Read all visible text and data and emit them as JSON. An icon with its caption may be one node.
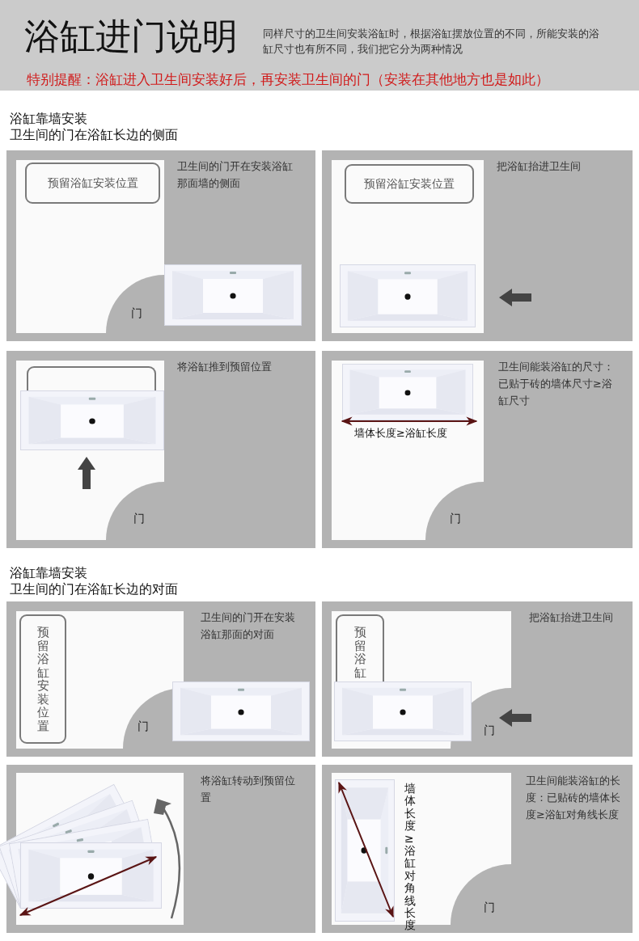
{
  "diagram": {
    "title": "浴缸进门说明",
    "nodes": [
      {
        "text": [
          "卫生间的门开在安装浴缸那面墙的侧面"
        ]
      },
      {
        "text": [
          "预留浴缸安装位置"
        ],
        "in": 0
      },
      {
        "text": [
          "把浴缸抬进卫生间"
        ]
      },
      {
        "text": [
          "预留浴缸安装位置"
        ],
        "in": 2
      },
      {
        "text": [
          "将浴缸推到预留位置"
        ]
      },
      {
        "text": [],
        "shape": "box",
        "in": 4
      },
      {
        "text": [
          "卫生间能装浴缸的尺寸：已贴于砖的墙体尺寸≥浴缸尺寸"
        ]
      },
      {
        "text": [
          "卫生间的门开在安装浴缸那面的对面"
        ]
      },
      {
        "text": [
          "预留浴缸安装位置"
        ],
        "in": 7
      },
      {
        "text": [
          "把浴缸抬进卫生间"
        ]
      },
      {
        "text": [
          "预留浴缸"
        ],
        "in": 9
      },
      {
        "text": [
          "将浴缸转动到预留位置"
        ]
      },
      {
        "text": [
          "卫生间能装浴缸的长度：已贴砖的墙体长度≥浴缸对角线长度"
        ]
      }
    ],
    "labels": [
      "同样尺寸的卫生间安装浴缸时，根据浴缸摆放位置的不同，所能安装的浴缸尺寸也有所不同，我们把它分为两种情况",
      "特别提醒：浴缸进入卫生间安装好后，再安装卫生间的门（安装在其他地方也是如此）",
      "浴缸靠墙安装",
      "卫生间的门在浴缸长边的侧面",
      "门",
      "门",
      "墙体长度≥浴缸长度",
      "门",
      "浴缸靠墙安装",
      "卫生间的门在浴缸长边的对面",
      "门",
      "门",
      "墙体长度≥浴缸对角线长度",
      "门"
    ]
  }
}
